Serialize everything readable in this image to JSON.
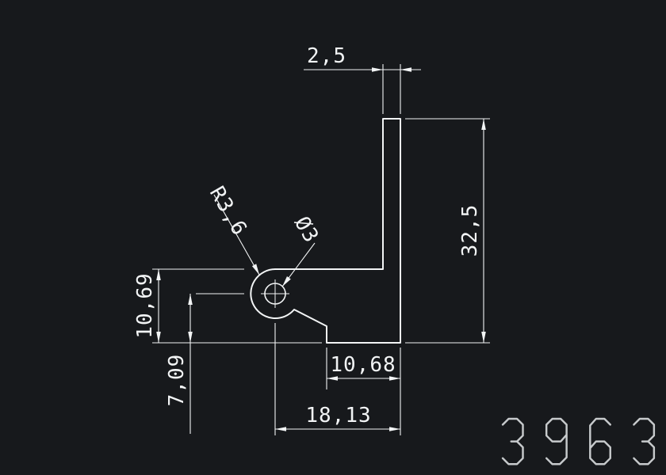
{
  "drawing": {
    "colors": {
      "background": "#17191c",
      "line": "#f2f4f5",
      "part_number": "#c7cacc"
    },
    "part_number": "3963",
    "dimensions": {
      "leg_thickness": "2,5",
      "overall_height": "32,5",
      "bead_radius": "R3,6",
      "hole_diameter": "Ø3",
      "arm_height": "10,69",
      "hole_center_height": "7,09",
      "bottom_offset": "10,68",
      "hole_center_offset": "18,13"
    }
  }
}
